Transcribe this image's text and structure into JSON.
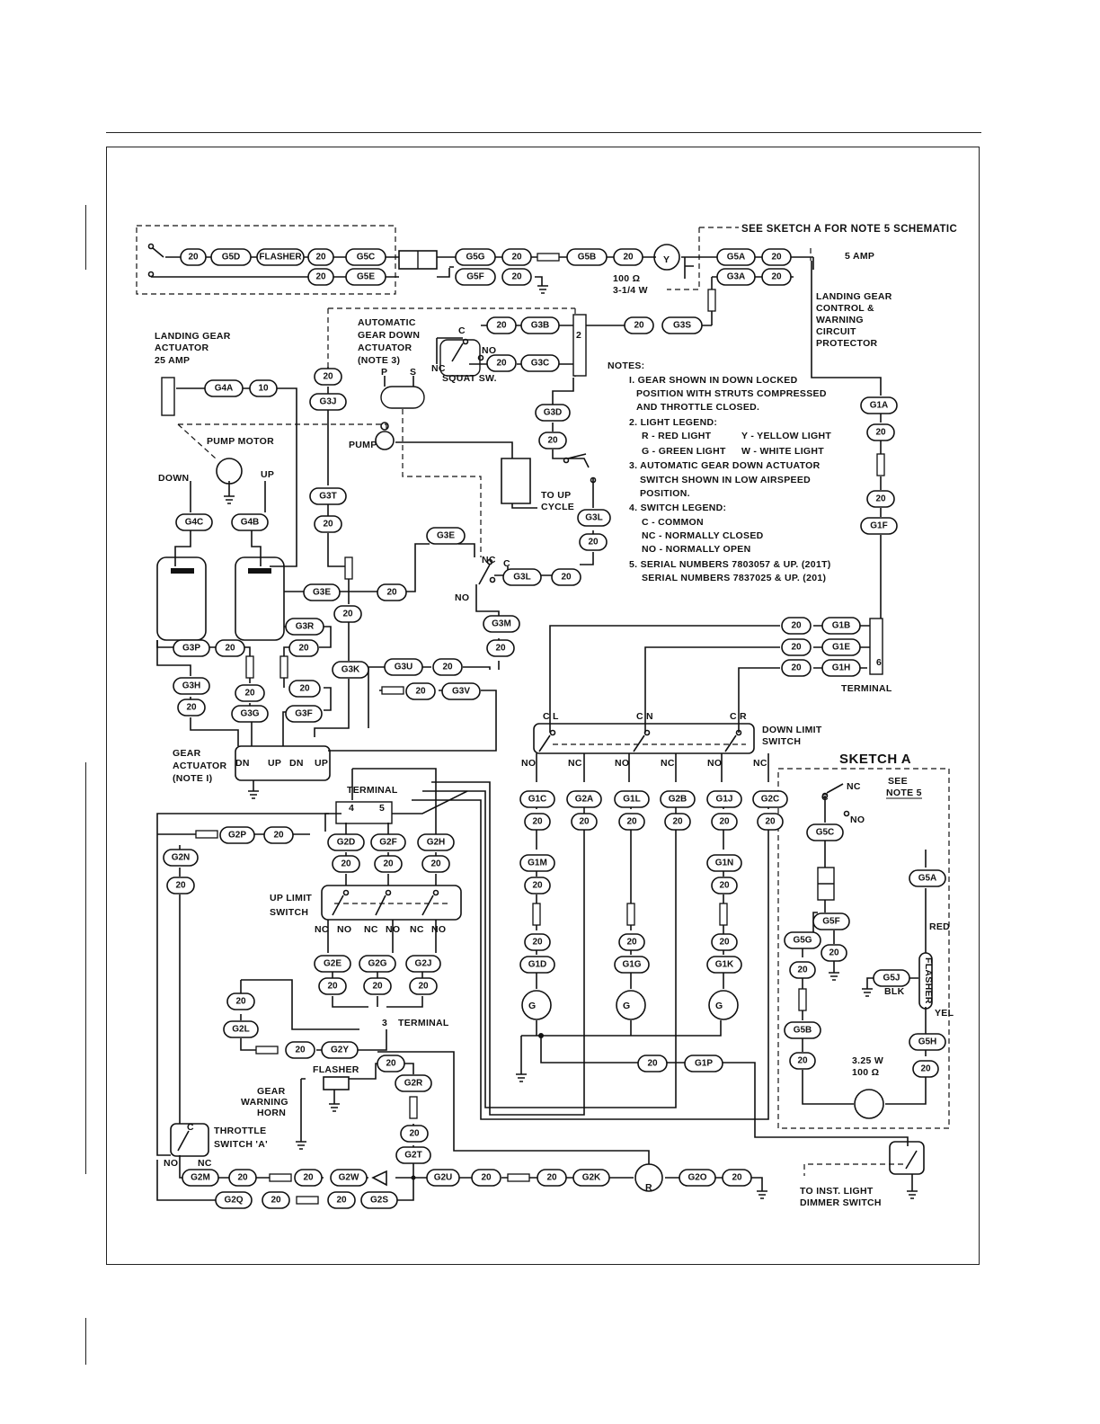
{
  "notes": {
    "heading": "NOTES:",
    "items": [
      "I. GEAR SHOWN IN DOWN LOCKED",
      "POSITION WITH STRUTS COMPRESSED",
      "AND THROTTLE CLOSED.",
      "2.  LIGHT LEGEND:",
      "R - RED LIGHT",
      "Y - YELLOW LIGHT",
      "G - GREEN LIGHT",
      "W - WHITE LIGHT",
      "3. AUTOMATIC GEAR DOWN ACTUATOR",
      "SWITCH SHOWN IN LOW AIRSPEED",
      "POSITION.",
      "4. SWITCH LEGEND:",
      "C - COMMON",
      "NC - NORMALLY CLOSED",
      "NO - NORMALLY OPEN",
      "5.  SERIAL  NUMBERS  7803057 & UP. (201T)",
      "SERIAL  NUMBERS 7837025 & UP. (201)"
    ]
  },
  "labels": {
    "see_sketch": "SEE SKETCH A FOR NOTE 5 SCHEMATIC",
    "five_amp": "5 AMP",
    "lg_control": [
      "LANDING GEAR",
      "CONTROL &",
      "WARNING",
      "CIRCUIT",
      "PROTECTOR"
    ],
    "lg_actuator": [
      "LANDING GEAR",
      "ACTUATOR",
      "25 AMP"
    ],
    "auto_gear": [
      "AUTOMATIC",
      "GEAR DOWN",
      "ACTUATOR",
      "(NOTE 3)"
    ],
    "p": "P",
    "s": "S",
    "squat_sw": "SQUAT SW.",
    "pump_motor": "PUMP MOTOR",
    "down": "DOWN",
    "up": "UP",
    "pump": "PUMP",
    "to_up_cycle": [
      "TO UP",
      "CYCLE"
    ],
    "resistor_top": [
      "100 Ω",
      "3-1/4 W"
    ],
    "terminal": "TERMINAL",
    "down_limit": [
      "DOWN LIMIT",
      "SWITCH"
    ],
    "gear_actuator": [
      "GEAR",
      "ACTUATOR",
      "(NOTE I)"
    ],
    "up_limit": [
      "UP LIMIT",
      "SWITCH"
    ],
    "terminal_3": "TERMINAL",
    "flasher": "FLASHER",
    "horn": [
      "GEAR",
      "WARNING",
      "HORN"
    ],
    "throttle": [
      "THROTTLE",
      "SWITCH 'A'"
    ],
    "dimmer": [
      "TO INST. LIGHT",
      "DIMMER SWITCH"
    ],
    "sketch_a": "SKETCH A",
    "see_note_5": [
      "SEE",
      "NOTE 5"
    ],
    "sk_res": [
      "3.25 W",
      "100 Ω"
    ],
    "blk": "BLK",
    "red": "RED",
    "yel": "YEL",
    "flasher_v": "FLASHER",
    "nc": "NC",
    "no": "NO",
    "c": "C",
    "dn": "DN",
    "cl": "C",
    "l": "L",
    "cn": "C",
    "n": "N",
    "cr": "C",
    "r": "R",
    "term2": "2",
    "term3": "3",
    "term4": "4",
    "term5": "5",
    "term6": "6",
    "lamp_y": "Y",
    "lamp_r": "R",
    "lamp_g": "G"
  },
  "wires": {
    "g5d": "G5D",
    "flasher_pill": "FLASHER",
    "g5c": "G5C",
    "g5e": "G5E",
    "g5g": "G5G",
    "g5f": "G5F",
    "g5b": "G5B",
    "g5a": "G5A",
    "g3a": "G3A",
    "g3b": "G3B",
    "g3s": "G3S",
    "g3c": "G3C",
    "g3d": "G3D",
    "g3l_a": "G3L",
    "g4a": "G4A",
    "g3j": "G3J",
    "g3t": "G3T",
    "g4c": "G4C",
    "g4b": "G4B",
    "g3e_a": "G3E",
    "g3e_b": "G3E",
    "g3l_b": "G3L",
    "g3m": "G3M",
    "g3r": "G3R",
    "g3p": "G3P",
    "g3k": "G3K",
    "g3u": "G3U",
    "g3v": "G3V",
    "g3h": "G3H",
    "g3g": "G3G",
    "g3f": "G3F",
    "g1a": "G1A",
    "g1f": "G1F",
    "g1b": "G1B",
    "g1e": "G1E",
    "g1h": "G1H",
    "g1c": "G1C",
    "g2a": "G2A",
    "g1l": "G1L",
    "g2b": "G2B",
    "g1j": "G1J",
    "g2c": "G2C",
    "g1m": "G1M",
    "g1n": "G1N",
    "g1d": "G1D",
    "g1g": "G1G",
    "g1k": "G1K",
    "g1p": "G1P",
    "g2p": "G2P",
    "g2n": "G2N",
    "g2d": "G2D",
    "g2f": "G2F",
    "g2h": "G2H",
    "g2e": "G2E",
    "g2g": "G2G",
    "g2j": "G2J",
    "g2l": "G2L",
    "g2y": "G2Y",
    "g2r": "G2R",
    "g2t": "G2T",
    "g2m": "G2M",
    "g2w": "G2W",
    "g2u": "G2U",
    "g2k": "G2K",
    "g2o": "G2O",
    "g2q": "G2Q",
    "g2s": "G2S",
    "s_g5c": "G5C",
    "s_g5a": "G5A",
    "s_g5f": "G5F",
    "s_g5g": "G5G",
    "s_g5j": "G5J",
    "s_g5b": "G5B",
    "s_g5h": "G5H",
    "n20": "20",
    "n10": "10"
  }
}
